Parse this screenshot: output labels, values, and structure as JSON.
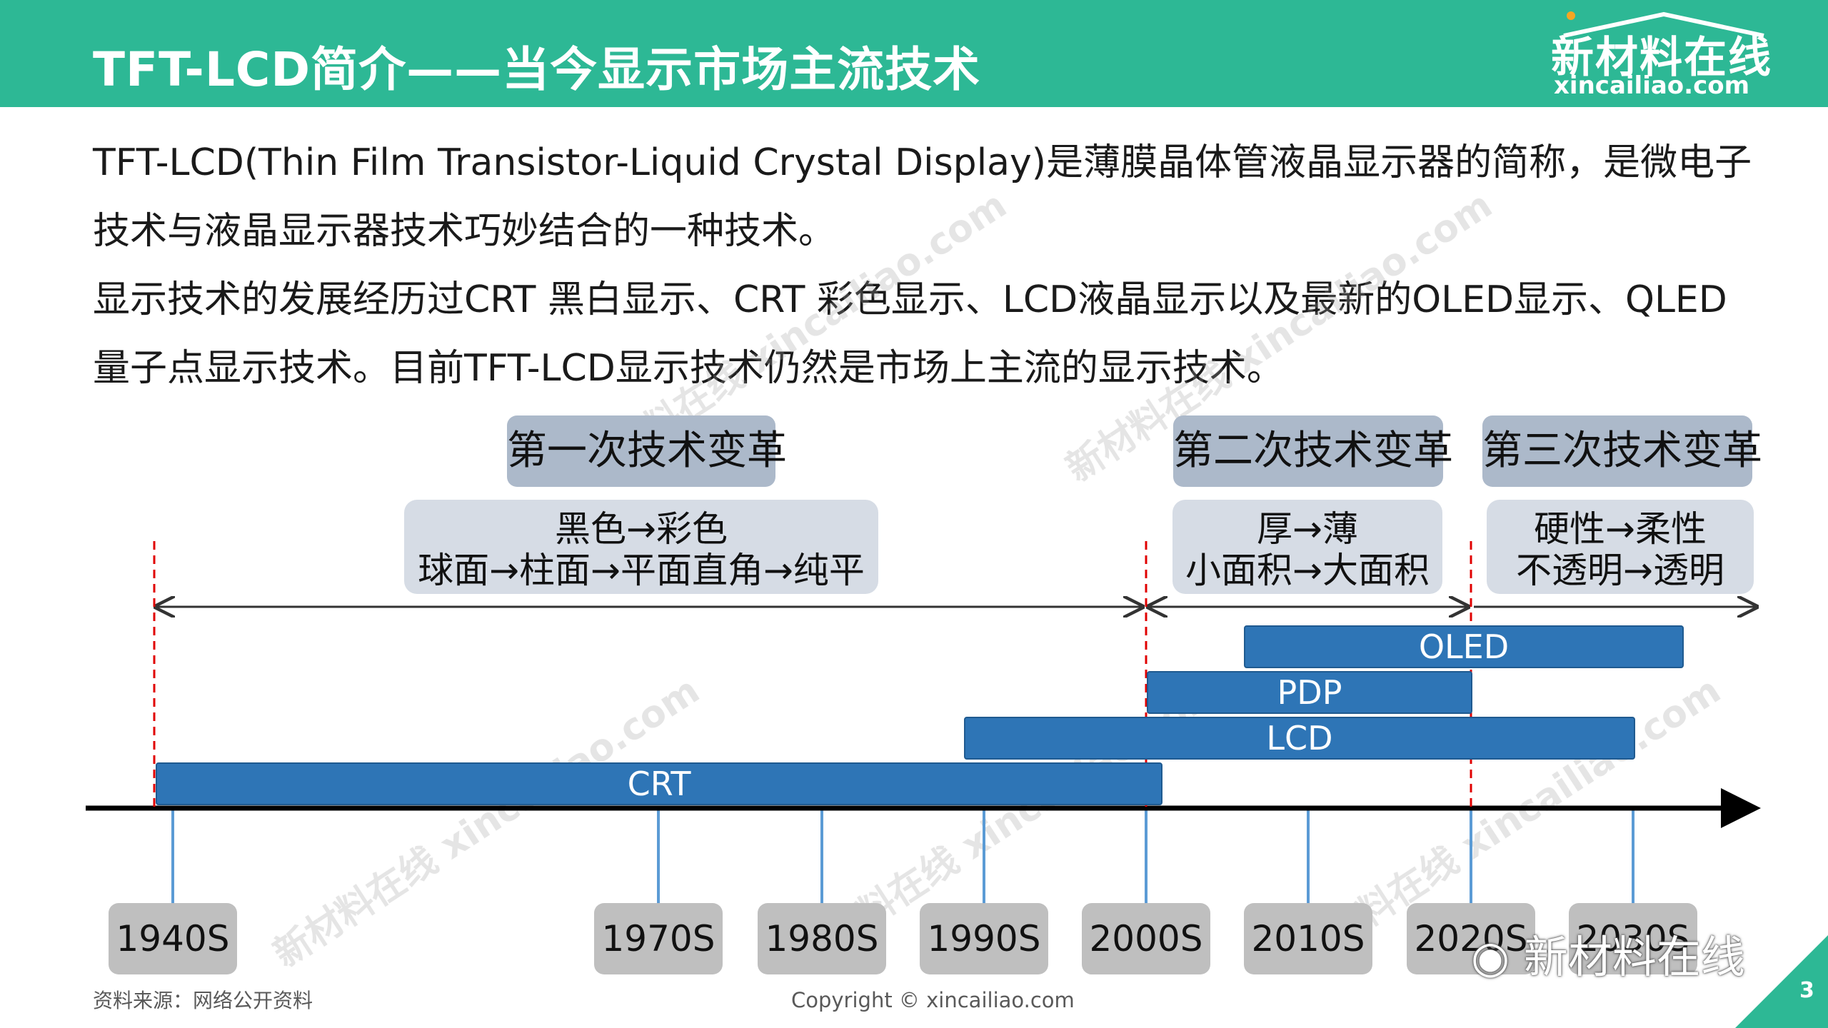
{
  "header": {
    "title": "TFT-LCD简介——当今显示市场主流技术",
    "logo_cn": "新材料在线",
    "logo_en": "xincailiao.com"
  },
  "intro": {
    "paragraph1": "TFT-LCD(Thin Film Transistor-Liquid Crystal Display)是薄膜晶体管液晶显示器的简称，是微电子技术与液晶显示器技术巧妙结合的一种技术。",
    "paragraph2": "显示技术的发展经历过CRT 黑白显示、CRT 彩色显示、LCD液晶显示以及最新的OLED显示、QLED量子点显示技术。目前TFT-LCD显示技术仍然是市场上主流的显示技术。"
  },
  "eras": [
    {
      "label": "第一次技术变革",
      "lines": [
        "黑色→彩色",
        "球面→柱面→平面直角→纯平"
      ]
    },
    {
      "label": "第二次技术变革",
      "lines": [
        "厚→薄",
        "小面积→大面积"
      ]
    },
    {
      "label": "第三次技术变革",
      "lines": [
        "硬性→柔性",
        "不透明→透明"
      ]
    }
  ],
  "technologies": [
    "OLED",
    "PDP",
    "LCD",
    "CRT"
  ],
  "years": [
    "1940S",
    "1970S",
    "1980S",
    "1990S",
    "2000S",
    "2010S",
    "2020S",
    "2030S"
  ],
  "footer": {
    "source": "资料来源：网络公开资料",
    "copyright": "Copyright © xincailiao.com",
    "page_number": "3",
    "wechat_label": "新材料在线"
  },
  "watermark": {
    "cn": "新材料在线",
    "en": "xincailiao.com"
  },
  "colors": {
    "header": "#2db895",
    "bar": "#2e75b6",
    "era_box": "#acb9ca",
    "desc_box": "#d6dce5",
    "year_box": "#bfbfbf",
    "divider": "#e00000"
  }
}
